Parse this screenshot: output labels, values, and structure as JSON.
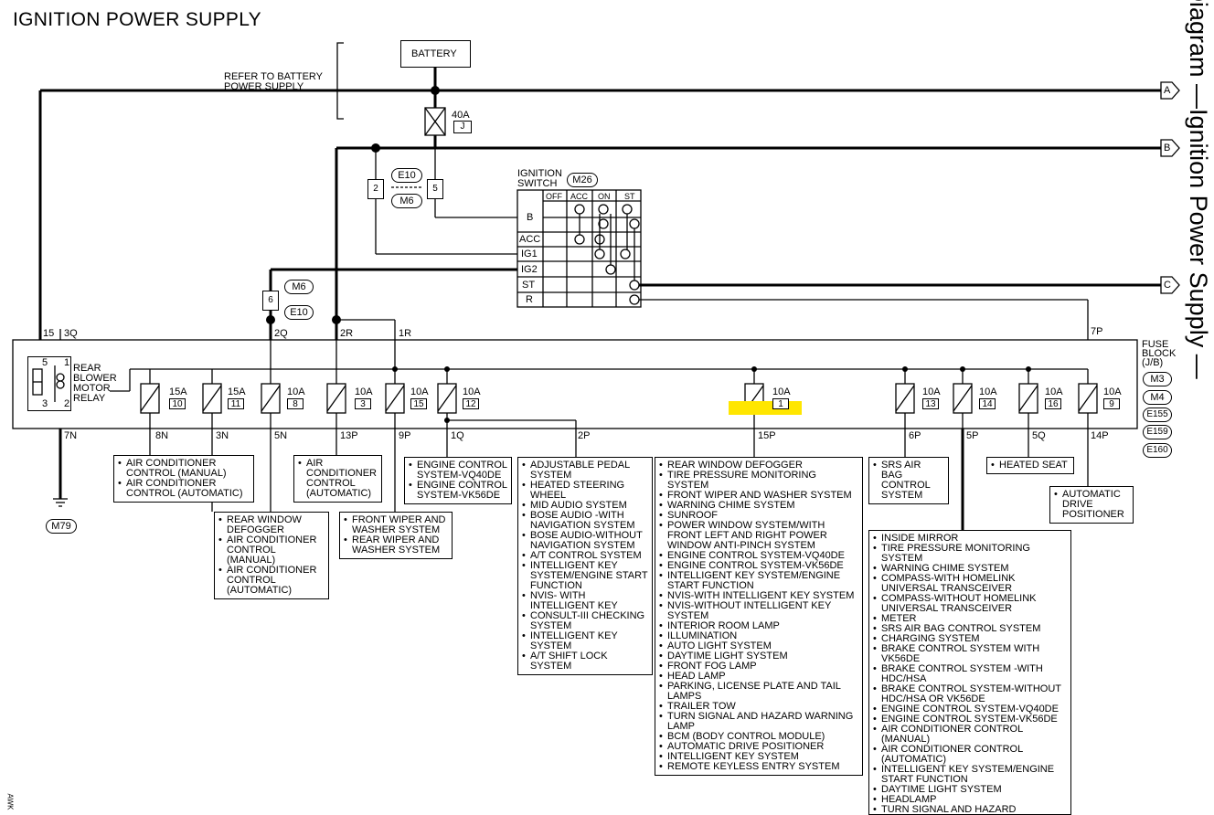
{
  "title": "IGNITION POWER SUPPLY",
  "side_title": "g Diagram —Ignition Power Supply —",
  "battery": {
    "label": "BATTERY",
    "refer_note_1": "REFER TO BATTERY",
    "refer_note_2": "POWER SUPPLY",
    "fuse_amp": "40A",
    "fuse_id": "J"
  },
  "connectors": {
    "e10_top": "E10",
    "m6_top": "M6",
    "pin_2": "2",
    "pin_5": "5",
    "m6_mid": "M6",
    "e10_mid": "E10",
    "pin_6": "6",
    "m79": "M79"
  },
  "offpage": [
    "A",
    "B",
    "C"
  ],
  "ignition_switch": {
    "title_1": "IGNITION",
    "title_2": "SWITCH",
    "connector": "M26",
    "columns": [
      "OFF",
      "ACC",
      "ON",
      "ST"
    ],
    "rows": [
      "B",
      "ACC",
      "IG1",
      "IG2",
      "ST",
      "R"
    ]
  },
  "fuse_block": {
    "label_1": "FUSE",
    "label_2": "BLOCK",
    "label_3": "(J/B)",
    "connectors": [
      "M3",
      "M4",
      "E155",
      "E159",
      "E160"
    ],
    "relay_1": "REAR",
    "relay_2": "BLOWER",
    "relay_3": "MOTOR",
    "relay_4": "RELAY",
    "relay_pins": [
      "5",
      "1",
      "3",
      "2"
    ],
    "top_pins": [
      "15",
      "3Q",
      "2Q",
      "2R",
      "1R",
      "7P"
    ],
    "bottom_pins": [
      "7N",
      "8N",
      "3N",
      "5N",
      "13P",
      "9P",
      "1Q",
      "2P",
      "15P",
      "6P",
      "5P",
      "5Q",
      "14P"
    ],
    "fuses": [
      {
        "amp": "15A",
        "num": "10"
      },
      {
        "amp": "15A",
        "num": "11"
      },
      {
        "amp": "10A",
        "num": "8"
      },
      {
        "amp": "10A",
        "num": "3"
      },
      {
        "amp": "10A",
        "num": "15"
      },
      {
        "amp": "10A",
        "num": "12"
      },
      {
        "amp": "10A",
        "num": "1"
      },
      {
        "amp": "10A",
        "num": "13"
      },
      {
        "amp": "10A",
        "num": "14"
      },
      {
        "amp": "10A",
        "num": "16"
      },
      {
        "amp": "10A",
        "num": "9"
      }
    ]
  },
  "loads": {
    "ac_8n": [
      "AIR CONDITIONER CONTROL (MANUAL)",
      "AIR CONDITIONER CONTROL (AUTOMATIC)"
    ],
    "ac_13p": [
      "AIR CONDITIONER CONTROL (AUTOMATIC)"
    ],
    "engine_1q": [
      "ENGINE CONTROL SYSTEM-VQ40DE",
      "ENGINE CONTROL SYSTEM-VK56DE"
    ],
    "rear_3n": [
      "REAR WINDOW DEFOGGER",
      "AIR CONDITIONER CONTROL (MANUAL)",
      "AIR CONDITIONER CONTROL (AUTOMATIC)"
    ],
    "wiper_9p": [
      "FRONT WIPER AND WASHER SYSTEM",
      "REAR WIPER AND WASHER SYSTEM"
    ],
    "list_2p": [
      "ADJUSTABLE PEDAL SYSTEM",
      "HEATED STEERING WHEEL",
      "MID AUDIO SYSTEM",
      "BOSE AUDIO -WITH NAVIGATION SYSTEM",
      "BOSE AUDIO-WITHOUT NAVIGATION SYSTEM",
      "A/T CONTROL SYSTEM",
      "INTELLIGENT KEY SYSTEM/ENGINE START FUNCTION",
      "NVIS- WITH INTELLIGENT KEY",
      "CONSULT-III CHECKING SYSTEM",
      "INTELLIGENT KEY SYSTEM",
      "A/T SHIFT LOCK SYSTEM"
    ],
    "list_15p": [
      "REAR WINDOW DEFOGGER",
      "TIRE PRESSURE MONITORING SYSTEM",
      "FRONT WIPER AND WASHER SYSTEM",
      "WARNING CHIME SYSTEM",
      "SUNROOF",
      "POWER WINDOW SYSTEM/WITH FRONT LEFT AND RIGHT POWER WINDOW ANTI-PINCH SYSTEM",
      "ENGINE CONTROL SYSTEM-VQ40DE",
      "ENGINE CONTROL SYSTEM-VK56DE",
      "INTELLIGENT KEY SYSTEM/ENGINE START FUNCTION",
      "NVIS-WITH INTELLIGENT KEY SYSTEM",
      "NVIS-WITHOUT INTELLIGENT KEY SYSTEM",
      "INTERIOR ROOM LAMP",
      "ILLUMINATION",
      "AUTO LIGHT SYSTEM",
      "DAYTIME LIGHT SYSTEM",
      "FRONT FOG LAMP",
      "HEAD LAMP",
      "PARKING, LICENSE PLATE AND TAIL LAMPS",
      "TRAILER TOW",
      "TURN SIGNAL AND HAZARD WARNING LAMP",
      "BCM (BODY CONTROL MODULE)",
      "AUTOMATIC DRIVE POSITIONER",
      "INTELLIGENT KEY SYSTEM",
      "REMOTE KEYLESS ENTRY SYSTEM"
    ],
    "srs_6p": [
      "SRS AIR BAG CONTROL SYSTEM"
    ],
    "heated_5q": [
      "HEATED SEAT"
    ],
    "adp_14p": [
      "AUTOMATIC DRIVE POSITIONER"
    ],
    "list_5p": [
      "INSIDE MIRROR",
      "TIRE PRESSURE MONITORING SYSTEM",
      "WARNING CHIME SYSTEM",
      "COMPASS-WITH HOMELINK UNIVERSAL TRANSCEIVER",
      "COMPASS-WITHOUT HOMELINK UNIVERSAL TRANSCEIVER",
      "METER",
      "SRS AIR BAG CONTROL SYSTEM",
      "CHARGING SYSTEM",
      "BRAKE CONTROL SYSTEM WITH VK56DE",
      "BRAKE CONTROL SYSTEM -WITH HDC/HSA",
      "BRAKE CONTROL SYSTEM-WITHOUT HDC/HSA OR VK56DE",
      "ENGINE CONTROL SYSTEM-VQ40DE",
      "ENGINE CONTROL SYSTEM-VK56DE",
      "AIR CONDITIONER CONTROL (MANUAL)",
      "AIR CONDITIONER CONTROL (AUTOMATIC)",
      "INTELLIGENT KEY SYSTEM/ENGINE START FUNCTION",
      "DAYTIME LIGHT SYSTEM",
      "HEADLAMP",
      "TURN SIGNAL AND HAZARD"
    ]
  },
  "margin_code": "AWK",
  "colors": {
    "highlight": "#ffe600",
    "line": "#000000"
  }
}
